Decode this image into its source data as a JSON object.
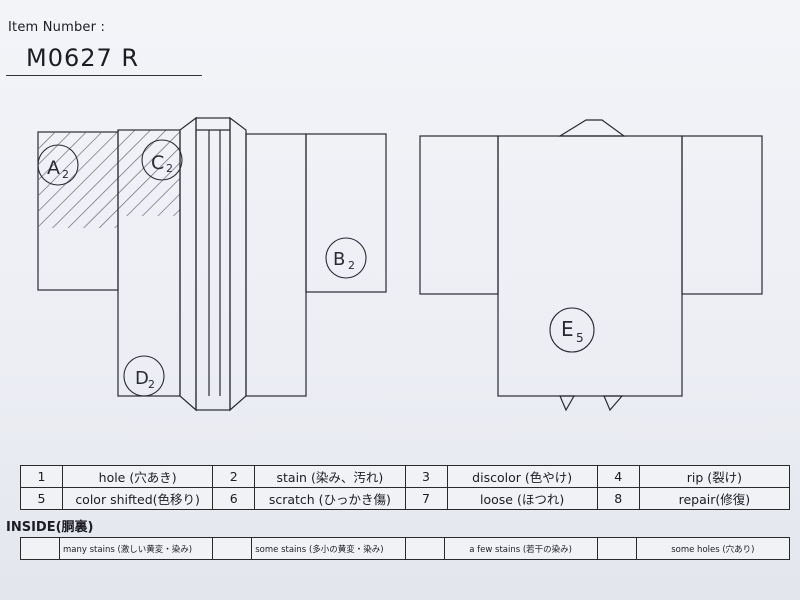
{
  "header": {
    "item_number_label": "Item Number :",
    "item_number_value": "M0627   R"
  },
  "marks": {
    "a": {
      "letter": "A",
      "num": "2"
    },
    "b": {
      "letter": "B",
      "num": "2"
    },
    "c": {
      "letter": "C",
      "num": "2"
    },
    "d": {
      "letter": "D",
      "num": "2"
    },
    "e": {
      "letter": "E",
      "num": "5"
    }
  },
  "legend": {
    "rows": [
      [
        {
          "num": "1",
          "label": "hole (穴あき)"
        },
        {
          "num": "2",
          "label": "stain (染み、汚れ)"
        },
        {
          "num": "3",
          "label": "discolor (色やけ)"
        },
        {
          "num": "4",
          "label": "rip (裂け)"
        }
      ],
      [
        {
          "num": "5",
          "label": "color shifted(色移り)"
        },
        {
          "num": "6",
          "label": "scratch (ひっかき傷)"
        },
        {
          "num": "7",
          "label": "loose (ほつれ)"
        },
        {
          "num": "8",
          "label": "repair(修復)"
        }
      ]
    ]
  },
  "inside": {
    "title": "INSIDE(胴裏)",
    "items": [
      {
        "label": "many stains (激しい黄変・染み)"
      },
      {
        "label": "some stains (多小の黄変・染み)"
      },
      {
        "label": "a few stains (若干の染み)"
      },
      {
        "label": "some holes (穴あり)"
      }
    ]
  }
}
